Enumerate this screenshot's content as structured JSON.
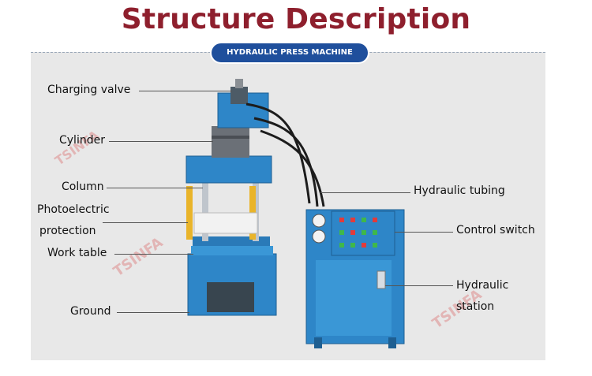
{
  "title": "Structure Description",
  "subtitle": "HYDRAULIC PRESS MACHINE",
  "labels": {
    "charging_valve": "Charging valve",
    "cylinder": "Cylinder",
    "column": "Column",
    "photoelectric_line1": "Photoelectric",
    "photoelectric_line2": "protection",
    "work_table": "Work table",
    "ground": "Ground",
    "hydraulic_tubing": "Hydraulic tubing",
    "control_switch": "Control switch",
    "hydraulic_station_line1": "Hydraulic",
    "hydraulic_station_line2": "station"
  },
  "watermark": "TSINFA",
  "colors": {
    "title": "#8e1f2d",
    "pill": "#1f4f9c",
    "machine_blue": "#2e86c8",
    "panel_bg": "#e8e8e8"
  }
}
